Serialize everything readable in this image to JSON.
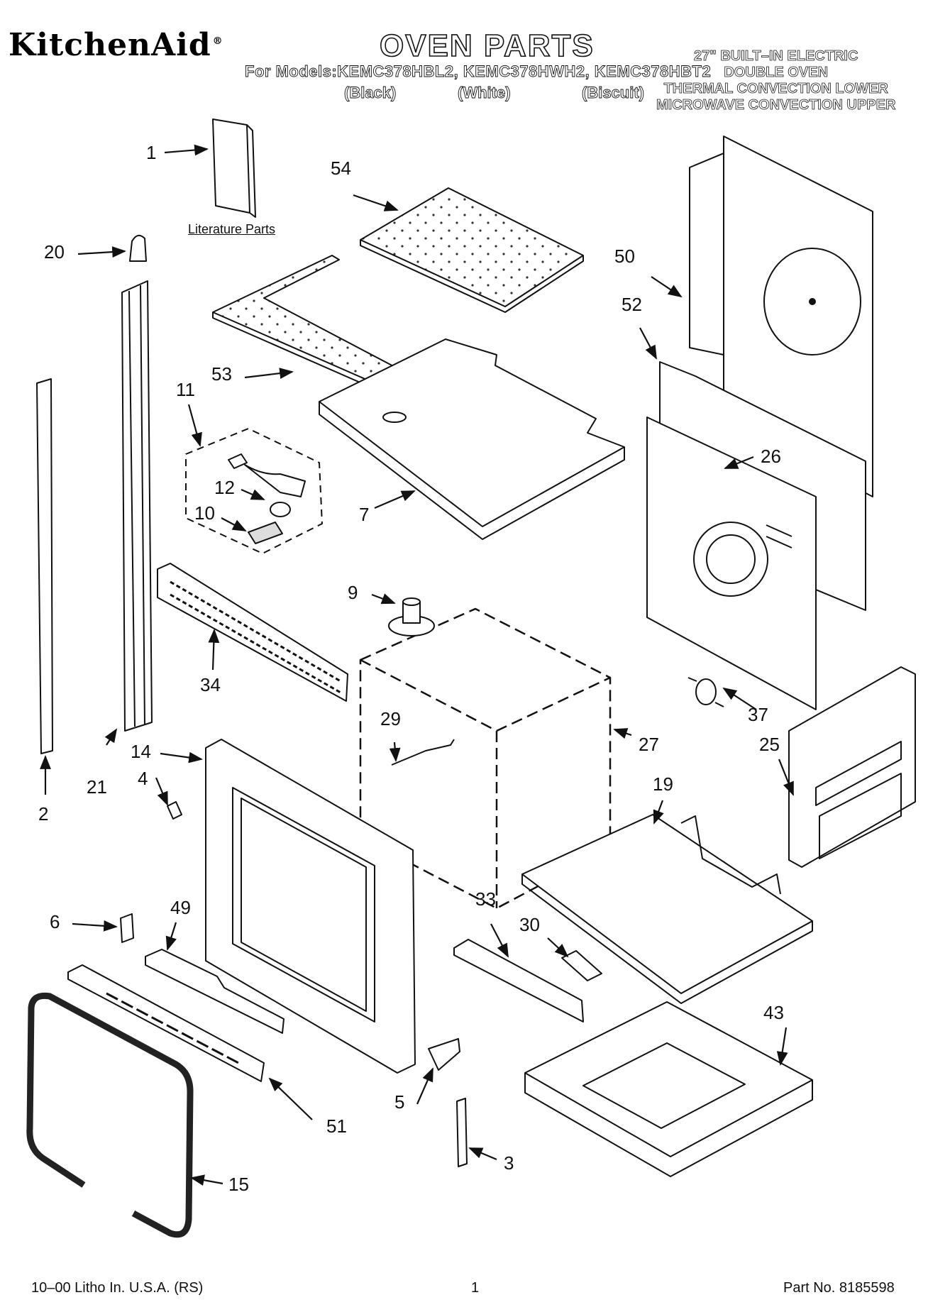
{
  "header": {
    "brand": "KitchenAid",
    "brand_mark": "®",
    "title": "OVEN PARTS",
    "models_line": "For Models:KEMC378HBL2, KEMC378HWH2, KEMC378HBT2",
    "variants": [
      "(Black)",
      "(White)",
      "(Biscuit)"
    ],
    "description": [
      "27\" BUILT–IN ELECTRIC",
      "DOUBLE OVEN",
      "THERMAL CONVECTION LOWER",
      "MICROWAVE CONVECTION UPPER"
    ]
  },
  "literature_label": "Literature Parts",
  "callouts": [
    "1",
    "54",
    "20",
    "50",
    "52",
    "53",
    "11",
    "12",
    "10",
    "7",
    "26",
    "9",
    "34",
    "29",
    "27",
    "37",
    "25",
    "14",
    "4",
    "21",
    "2",
    "19",
    "6",
    "49",
    "33",
    "30",
    "43",
    "51",
    "5",
    "3",
    "15"
  ],
  "footer": {
    "left": "10–00 Litho In. U.S.A. (RS)",
    "center": "1",
    "right": "Part No. 8185598"
  }
}
